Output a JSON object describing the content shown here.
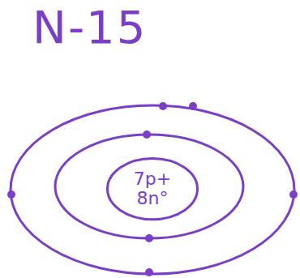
{
  "diagram": {
    "title": "N-15",
    "nodes": [
      {
        "text": [
          "7p+",
          "8n°"
        ]
      }
    ]
  }
}
